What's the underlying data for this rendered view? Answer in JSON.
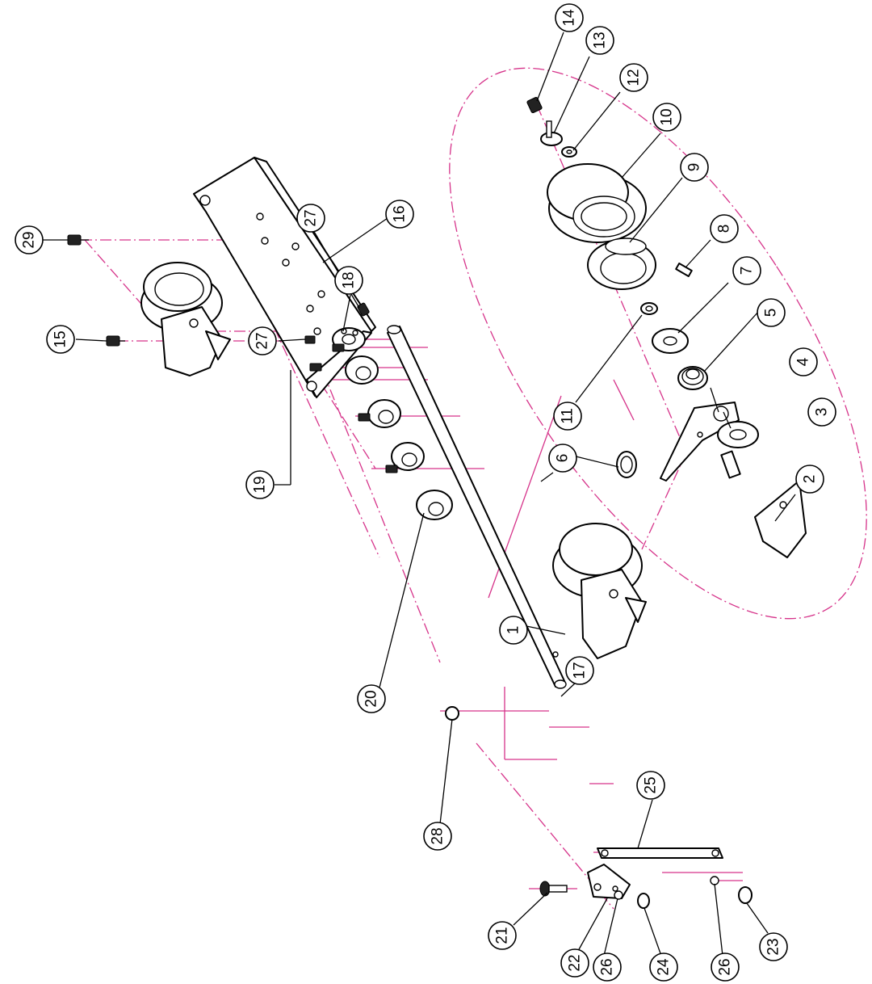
{
  "diagram": {
    "type": "exploded-parts-view",
    "colors": {
      "line": "#000000",
      "centerline": "#d6338a",
      "background": "#ffffff"
    },
    "callouts": [
      {
        "id": "c1",
        "label": "1"
      },
      {
        "id": "c2",
        "label": "2"
      },
      {
        "id": "c3",
        "label": "3"
      },
      {
        "id": "c4",
        "label": "4"
      },
      {
        "id": "c5",
        "label": "5"
      },
      {
        "id": "c6",
        "label": "6"
      },
      {
        "id": "c7",
        "label": "7"
      },
      {
        "id": "c8",
        "label": "8"
      },
      {
        "id": "c9",
        "label": "9"
      },
      {
        "id": "c10",
        "label": "10"
      },
      {
        "id": "c11",
        "label": "11"
      },
      {
        "id": "c12",
        "label": "12"
      },
      {
        "id": "c13",
        "label": "13"
      },
      {
        "id": "c14",
        "label": "14"
      },
      {
        "id": "c15",
        "label": "15"
      },
      {
        "id": "c16",
        "label": "16"
      },
      {
        "id": "c17",
        "label": "17"
      },
      {
        "id": "c18",
        "label": "18"
      },
      {
        "id": "c19",
        "label": "19"
      },
      {
        "id": "c20",
        "label": "20"
      },
      {
        "id": "c21",
        "label": "21"
      },
      {
        "id": "c22",
        "label": "22"
      },
      {
        "id": "c23",
        "label": "23"
      },
      {
        "id": "c24",
        "label": "24"
      },
      {
        "id": "c25",
        "label": "25"
      },
      {
        "id": "c26a",
        "label": "26"
      },
      {
        "id": "c26b",
        "label": "26"
      },
      {
        "id": "c27a",
        "label": "27"
      },
      {
        "id": "c27b",
        "label": "27"
      },
      {
        "id": "c28",
        "label": "28"
      },
      {
        "id": "c29",
        "label": "29"
      }
    ]
  }
}
